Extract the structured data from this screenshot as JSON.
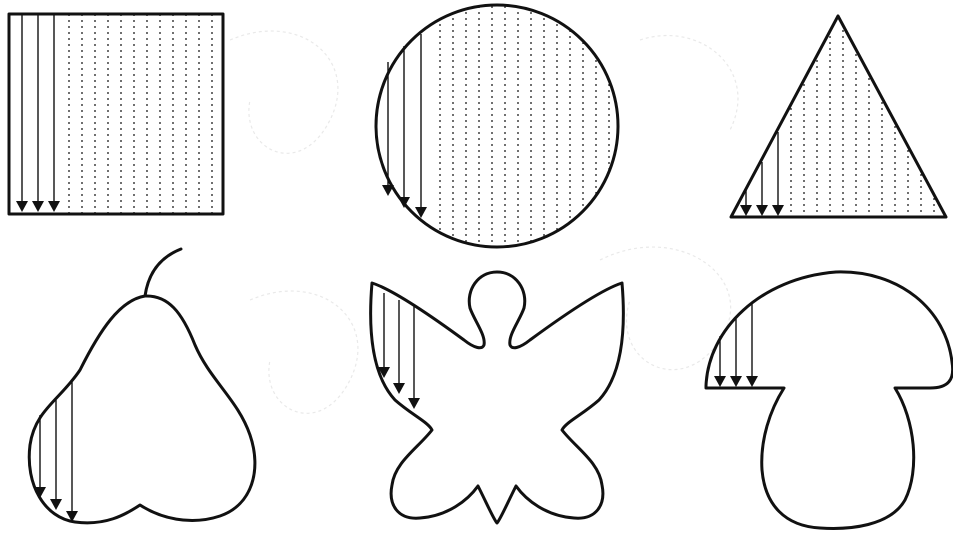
{
  "worksheet": {
    "colors": {
      "ink": "#111111",
      "background": "#ffffff",
      "faint_pattern": "#e9e9e9"
    },
    "shapes": [
      {
        "name": "square",
        "filled_with_vertical_dotted_lines": true,
        "example_arrows": 3
      },
      {
        "name": "circle",
        "filled_with_vertical_dotted_lines": true,
        "example_arrows": 3
      },
      {
        "name": "triangle",
        "filled_with_vertical_dotted_lines": true,
        "example_arrows": 3
      },
      {
        "name": "pear",
        "filled_with_vertical_dotted_lines": false,
        "example_arrows": 3
      },
      {
        "name": "butterfly",
        "filled_with_vertical_dotted_lines": false,
        "example_arrows": 3
      },
      {
        "name": "mushroom",
        "filled_with_vertical_dotted_lines": false,
        "example_arrows": 3
      }
    ]
  }
}
